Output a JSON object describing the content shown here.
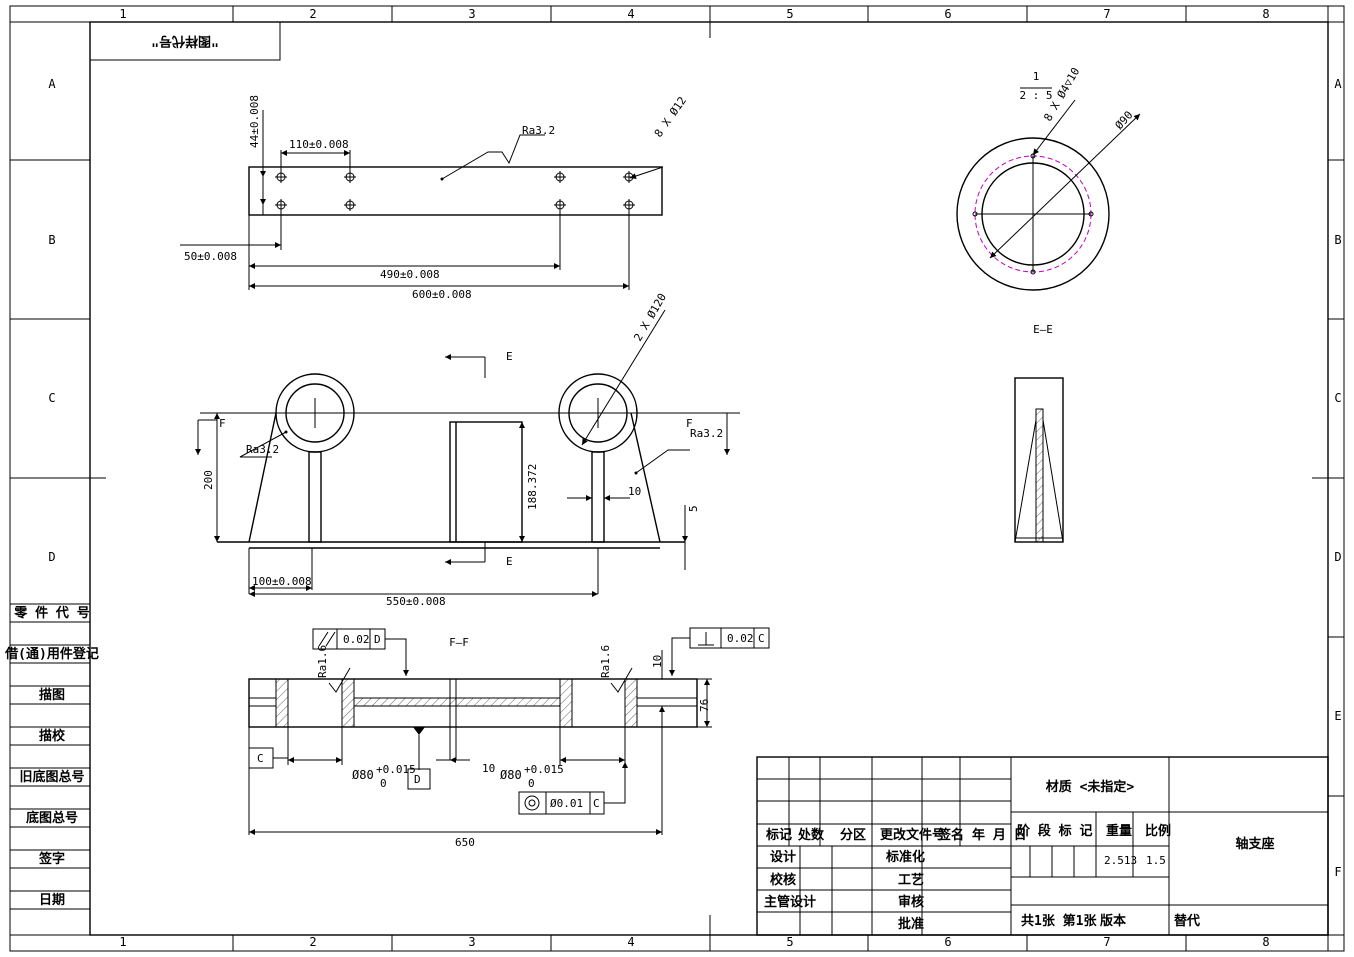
{
  "border": {
    "columns": [
      "1",
      "2",
      "3",
      "4",
      "5",
      "6",
      "7",
      "8"
    ],
    "rows_left": [
      "A",
      "B",
      "C",
      "D"
    ],
    "rows_right": [
      "A",
      "B",
      "C",
      "D",
      "E",
      "F"
    ]
  },
  "corner_label": "\"图样代号\"",
  "side_panel": [
    "零 件 代 号",
    "借(通)用件登记",
    "描图",
    "描校",
    "旧底图总号",
    "底图总号",
    "签字",
    "日期"
  ],
  "top_view": {
    "dim_44": "44±0.008",
    "dim_110": "110±0.008",
    "dim_50": "50±0.008",
    "dim_490": "490±0.008",
    "dim_600": "600±0.008",
    "holes": "8 X Ø12",
    "roughness": "Ra3.2"
  },
  "front_view": {
    "section_e": "E",
    "holes": "2 X Ø120",
    "dim_200": "200",
    "dim_188": "188.372",
    "dim_10": "10",
    "dim_5": "5",
    "dim_100": "100±0.008",
    "dim_550": "550±0.008",
    "section_f": "F",
    "roughness": "Ra3.2"
  },
  "section_ee": {
    "title": "E—E",
    "scale_top": "1",
    "scale_bottom": "2 : 5",
    "holes": "8 X Ø4▽10",
    "dia": "Ø90"
  },
  "section_ff": {
    "title": "F—F",
    "parallel_tol": "0.02",
    "parallel_datum": "D",
    "perp_tol": "0.02",
    "perp_datum": "C",
    "datum_c": "C",
    "datum_d": "D",
    "dia_left": "Ø80",
    "dia_right": "Ø80",
    "tol_upper": "+0.015",
    "tol_lower": "0",
    "dim_10a": "10",
    "dim_10b": "10",
    "dim_76": "76",
    "dim_650": "650",
    "conc_tol": "Ø0.01",
    "conc_datum": "C",
    "roughness": "Ra1.6"
  },
  "title_block": {
    "material": "材质 <未指定>",
    "col_labels": [
      "标记",
      "处数",
      "分区",
      "更改文件号",
      "签名",
      "年 月 日"
    ],
    "stage": "阶 段 标 记",
    "weight_label": "重量",
    "scale_label": "比例",
    "weight": "2.513",
    "scale": "1.5",
    "part_name": "轴支座",
    "design": "设计",
    "standard": "标准化",
    "check": "校核",
    "process": "工艺",
    "chief": "主管设计",
    "review": "审核",
    "approve": "批准",
    "sheets": "共1张 第1张",
    "version": "版本",
    "replace": "替代"
  }
}
